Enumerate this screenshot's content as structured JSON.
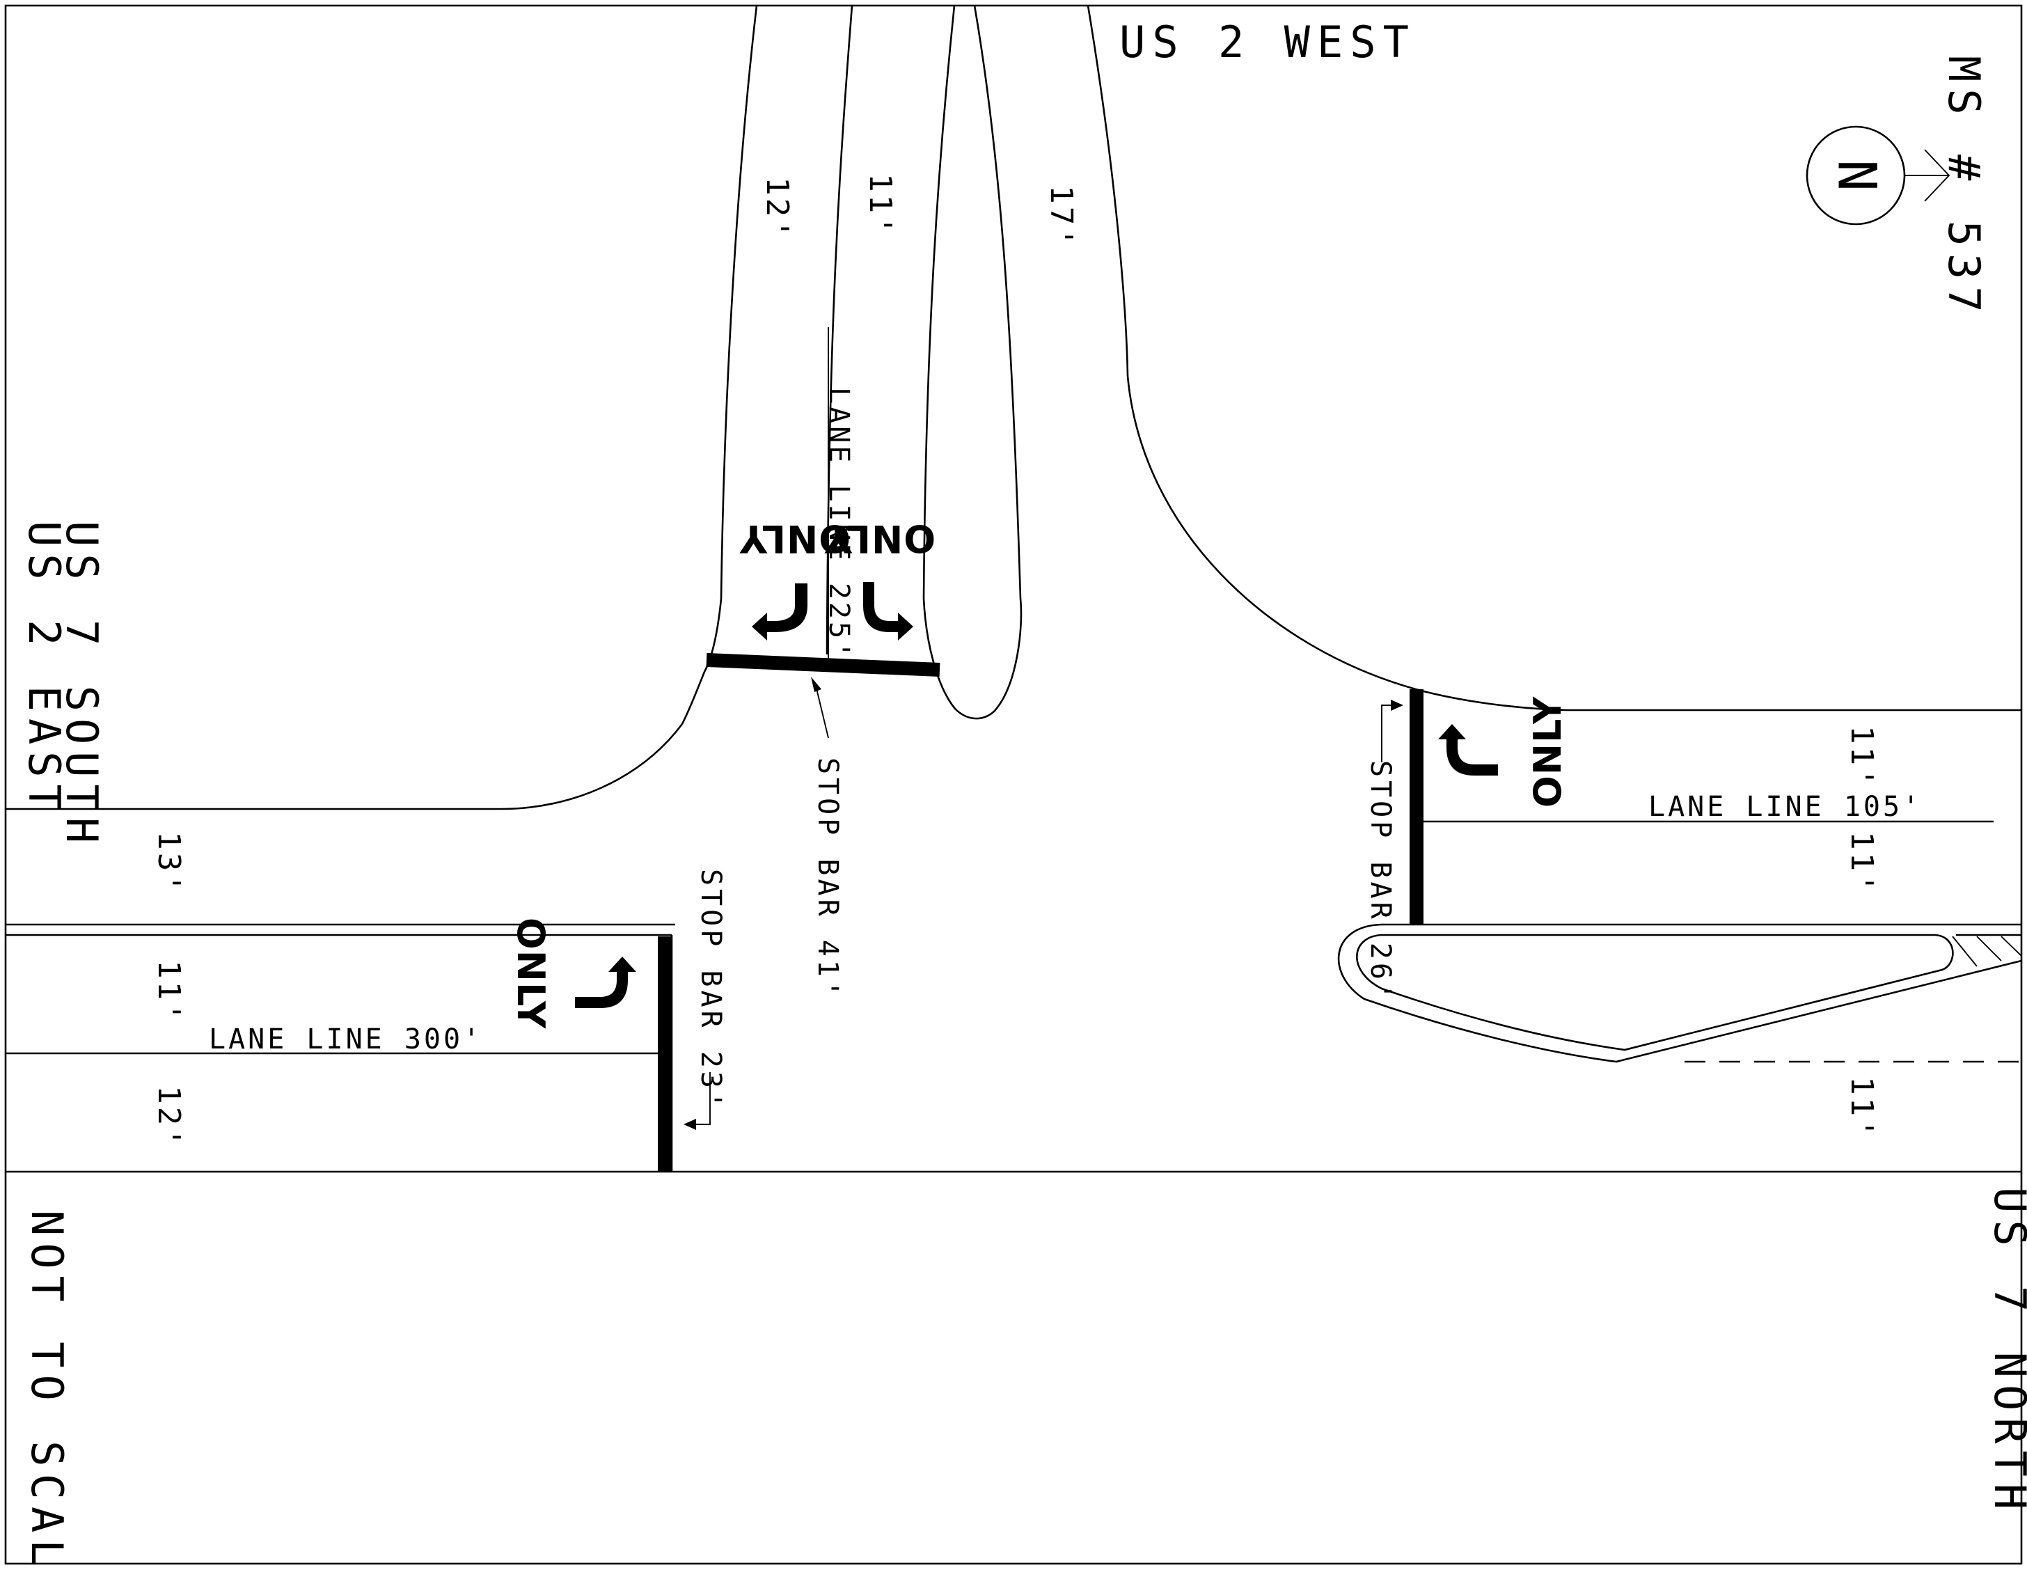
{
  "roads": {
    "north": "US 2 WEST",
    "west_line1": "US 7 SOUTH",
    "west_line2": "US 2 EAST",
    "east": "US 7 NORTH",
    "route_id": "MS # 537"
  },
  "north_arrow": {
    "letter": "N"
  },
  "note": "NOT TO SCALE",
  "lane_widths": {
    "north_left": "12'",
    "north_mid": "11'",
    "north_right": "17'",
    "west_top": "13'",
    "west_mid": "11'",
    "west_bottom": "12'",
    "east_top": "11'",
    "east_mid": "11'",
    "east_bottom": "11'"
  },
  "lane_lines": {
    "north": "LANE LINE 225'",
    "west": "LANE LINE 300'",
    "east": "LANE LINE 105'"
  },
  "stop_bars": {
    "north": "STOP BAR 41'",
    "west": "STOP BAR 23'",
    "east": "STOP BAR 26'"
  },
  "pavement_markings": {
    "only": "ONLY"
  }
}
